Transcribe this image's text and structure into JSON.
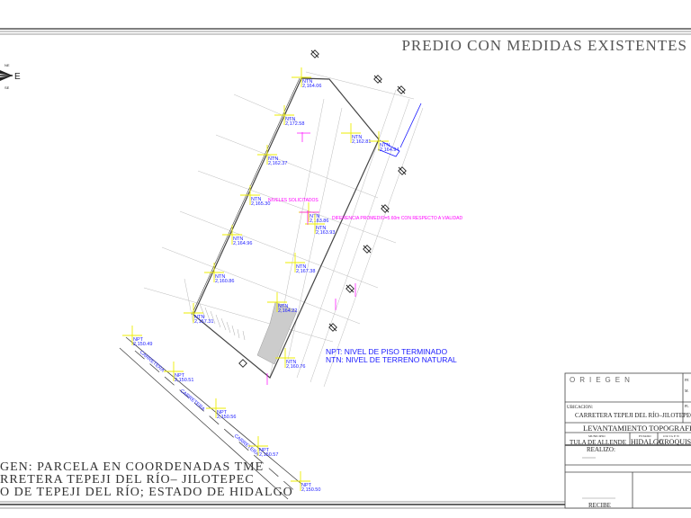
{
  "title": "PREDIO CON MEDIDAS EXISTENTES",
  "compass": {
    "east": "E",
    "ne": "NE",
    "se": "SE"
  },
  "ntn_points": [
    {
      "label": "NTN",
      "value": "2,164.06"
    },
    {
      "label": "NTN",
      "value": "2,172.58"
    },
    {
      "label": "NTN",
      "value": "2,162.81"
    },
    {
      "label": "NTN",
      "value": "2,164.94"
    },
    {
      "label": "NTN",
      "value": "2,162.37"
    },
    {
      "label": "NTN",
      "value": "2,165.30"
    },
    {
      "label": "NTN",
      "value": "2,163.86"
    },
    {
      "label": "NTN",
      "value": "2,163.93"
    },
    {
      "label": "NTN",
      "value": "2,164.96"
    },
    {
      "label": "NTN",
      "value": "2,167.38"
    },
    {
      "label": "NTN",
      "value": "2,160.86"
    },
    {
      "label": "NTN",
      "value": "2,164.22"
    },
    {
      "label": "NTN",
      "value": "2,157.31"
    },
    {
      "label": "NTN",
      "value": "2,160.76"
    }
  ],
  "npt_points": [
    {
      "label": "NPT",
      "value": "2,150.49"
    },
    {
      "label": "NPT",
      "value": "2,150.51"
    },
    {
      "label": "NPT",
      "value": "2,150.56"
    },
    {
      "label": "NPT",
      "value": "2,150.57"
    },
    {
      "label": "NPT",
      "value": "2,150.50"
    }
  ],
  "road_label": "CARRETERA",
  "annotations": {
    "niveles": "NIVELES SOLICITADOS",
    "diferencia": "DIFERENCIA PROMEDIO=5.60m CON RESPECTO A VIALIDAD"
  },
  "legend": [
    "NPT: NIVEL DE PISO TERMINADO",
    "NTN: NIVEL DE TERRENO NATURAL"
  ],
  "description": [
    "GEN: PARCELA EN COORDENADAS TME",
    "RRETERA TEPEJI DEL RÍO– JILOTEPEC",
    "O DE TEPEJI DEL RÍO; ESTADO DE HIDALGO"
  ],
  "title_block": {
    "company": "ORIEGEN",
    "ubicacion_label": "UBICACION:",
    "ubicacion": "CARRETERA TEPEJI DEL RÍO–JILOTEPEC",
    "tipo": "LEVANTAMIENTO TOPOGRAFICO",
    "municipio_label": "MUNICIPIO",
    "municipio": "TULA DE ALLENDE",
    "estado_label": "ESTADO",
    "estado": "HIDALGO",
    "origen_label": "O R I G E N",
    "origen": "CROQUIS",
    "realizo": "REALIZO:",
    "recibe": "RECIBE",
    "side_fe": "FE",
    "side_m": "M.",
    "side_pl": "PL"
  }
}
